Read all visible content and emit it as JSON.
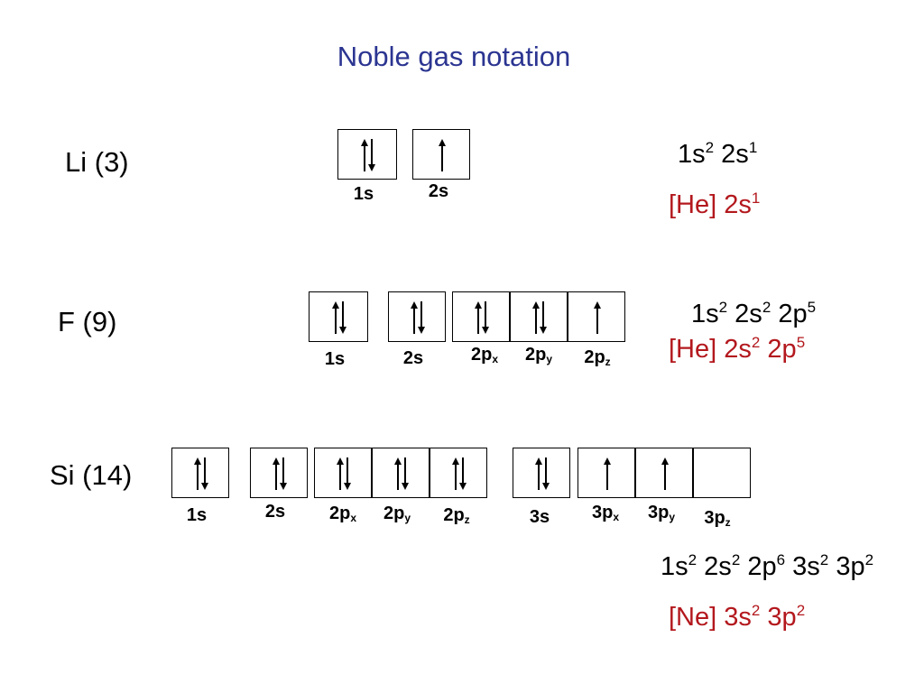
{
  "title": "Noble gas notation",
  "rows": [
    {
      "element": "Li (3)",
      "orbitals": [
        {
          "label": "1s",
          "sub": "",
          "electrons": "up-down"
        },
        {
          "label": "2s",
          "sub": "",
          "electrons": "up"
        }
      ],
      "full_config": [
        [
          "1s",
          "2"
        ],
        [
          "2s",
          "1"
        ]
      ],
      "noble_core": "[He]",
      "noble_config": [
        [
          "2s",
          "1"
        ]
      ]
    },
    {
      "element": "F (9)",
      "orbitals": [
        {
          "label": "1s",
          "sub": "",
          "electrons": "up-down"
        },
        {
          "label": "2s",
          "sub": "",
          "electrons": "up-down"
        },
        {
          "label": "2p",
          "sub": "x",
          "electrons": "up-down"
        },
        {
          "label": "2p",
          "sub": "y",
          "electrons": "up-down"
        },
        {
          "label": "2p",
          "sub": "z",
          "electrons": "up"
        }
      ],
      "full_config": [
        [
          "1s",
          "2"
        ],
        [
          "2s",
          "2"
        ],
        [
          "2p",
          "5"
        ]
      ],
      "noble_core": "[He]",
      "noble_config": [
        [
          "2s",
          "2"
        ],
        [
          "2p",
          "5"
        ]
      ]
    },
    {
      "element": "Si (14)",
      "orbitals": [
        {
          "label": "1s",
          "sub": "",
          "electrons": "up-down"
        },
        {
          "label": "2s",
          "sub": "",
          "electrons": "up-down"
        },
        {
          "label": "2p",
          "sub": "x",
          "electrons": "up-down"
        },
        {
          "label": "2p",
          "sub": "y",
          "electrons": "up-down"
        },
        {
          "label": "2p",
          "sub": "z",
          "electrons": "up-down"
        },
        {
          "label": "3s",
          "sub": "",
          "electrons": "up-down"
        },
        {
          "label": "3p",
          "sub": "x",
          "electrons": "up"
        },
        {
          "label": "3p",
          "sub": "y",
          "electrons": "up"
        },
        {
          "label": "3p",
          "sub": "z",
          "electrons": "empty"
        }
      ],
      "full_config": [
        [
          "1s",
          "2"
        ],
        [
          "2s",
          "2"
        ],
        [
          "2p",
          "6"
        ],
        [
          "3s",
          "2"
        ],
        [
          "3p",
          "2"
        ]
      ],
      "noble_core": "[Ne]",
      "noble_config": [
        [
          "3s",
          "2"
        ],
        [
          "3p",
          "2"
        ]
      ]
    }
  ],
  "colors": {
    "title": "#2b3591",
    "noble": "#b3181d",
    "text": "#000000"
  }
}
